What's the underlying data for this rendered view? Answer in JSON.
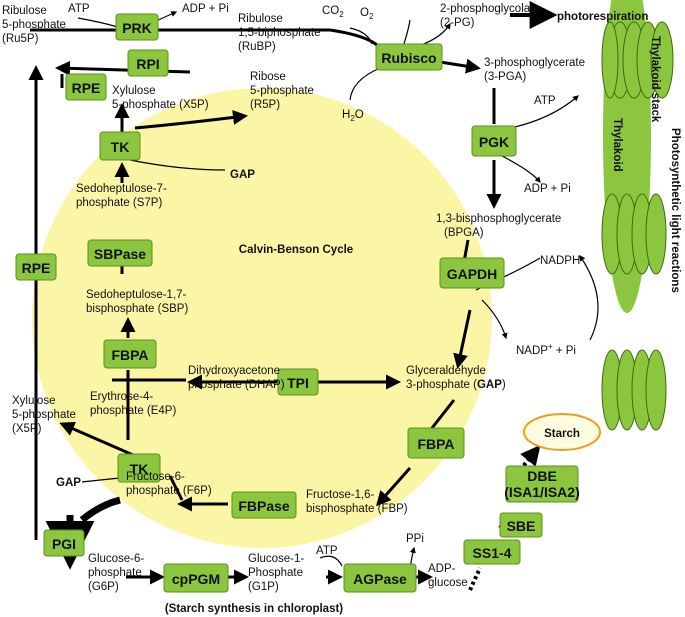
{
  "title": "Calvin-Benson Cycle",
  "photorespiration": "photorespiration",
  "light_reactions": "Photosynthetic light reactions",
  "thylakoid": "Thylakoid",
  "thylakoid_stack": "Thylakoid stack",
  "starch_caption": "(Starch synthesis in chloroplast)",
  "starch": "Starch",
  "enzymes": {
    "prk": "PRK",
    "rpi": "RPI",
    "rpe_top": "RPE",
    "rpe_left": "RPE",
    "tk_top": "TK",
    "tk_bottom": "TK",
    "sbpase": "SBPase",
    "fbpa_left": "FBPA",
    "fbpa_right": "FBPA",
    "tpi": "TPI",
    "rubisco": "Rubisco",
    "pgk": "PGK",
    "gapdh": "GAPDH",
    "fbpase": "FBPase",
    "pgi": "PGI",
    "cppgm": "cpPGM",
    "agpase": "AGPase",
    "ss": "SS1-4",
    "sbe": "SBE",
    "dbe": "DBE",
    "dbe_sub": "(ISA1/ISA2)"
  },
  "metabolites": {
    "ru5p": [
      "Ribulose",
      "5-phosphate",
      "(Ru5P)"
    ],
    "rubp": [
      "Ribulose",
      "1,5-biphosphate",
      "(RuBP)"
    ],
    "x5p_top": [
      "Xylulose",
      "5-phosphate (X5P)"
    ],
    "r5p": [
      "Ribose",
      "5-phosphate",
      "(R5P)"
    ],
    "s7p": [
      "Sedoheptulose-7-",
      "phosphate (S7P)"
    ],
    "sbp": [
      "Sedoheptulose-1,7-",
      "bisphosphate (SBP)"
    ],
    "dhap": [
      "Dihydroxyacetone",
      "phosphate (DHAP)"
    ],
    "e4p": [
      "Erythrose-4-",
      "phosphate (E4P)"
    ],
    "x5p_left": [
      "Xylulose",
      "5-phosphate",
      "(X5P)"
    ],
    "f6p": [
      "Fructose-6-",
      "phosphate (F6P)"
    ],
    "fbp": [
      "Fructose-1,6-",
      "bisphosphate (FBP)"
    ],
    "g3p_line1": "Glyceraldehyde",
    "g3p_line2_prefix": "3-phosphate (",
    "g3p_line2_bold": "GAP",
    "g3p_line2_suffix": ")",
    "bpga": [
      "1,3-bisphosphoglycerate",
      "(BPGA)"
    ],
    "pga": [
      "3-phosphoglycerate",
      "(3-PGA)"
    ],
    "pg2": [
      "2-phosphoglycolate",
      "(2-PG)"
    ],
    "g6p": [
      "Glucose-6-",
      "phosphate",
      "(G6P)"
    ],
    "g1p": [
      "Glucose-1-",
      "Phosphate",
      "(G1P)"
    ],
    "adpg": [
      "ADP-",
      "glucose"
    ]
  },
  "cofactors": {
    "atp_prk": "ATP",
    "adp_pi_prk": "ADP + Pi",
    "co2": "CO",
    "co2_sub": "2",
    "o2": "O",
    "o2_sub": "2",
    "h2o": "H",
    "h2o_sub": "2",
    "h2o_tail": "O",
    "atp_pgk": "ATP",
    "adp_pi_pgk": "ADP + Pi",
    "nadph": "NADPH",
    "nadp": "NADP",
    "nadp_sup": "+",
    "nadp_tail": " + Pi",
    "gap_tk_top": "GAP",
    "gap_tk_bottom": "GAP",
    "atp_agp": "ATP",
    "ppi": "PPi"
  },
  "colors": {
    "cycle": "#fbf5a6",
    "enzyme": "#8cc63f",
    "thylakoid": "#8cc63f",
    "starch_fill": "#fffde0",
    "starch_stroke": "#f29a1a"
  }
}
